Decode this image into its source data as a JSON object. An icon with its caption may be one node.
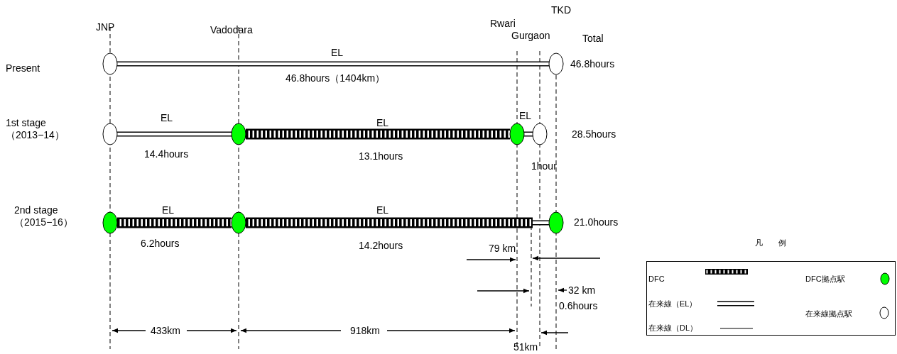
{
  "diagram": {
    "nodes": [
      {
        "text": [],
        "shape": "circle"
      },
      {
        "text": [],
        "shape": "circle"
      },
      {
        "text": [],
        "shape": "circle"
      },
      {
        "text": [],
        "shape": "circle"
      },
      {
        "text": [],
        "shape": "circle"
      },
      {
        "text": [],
        "shape": "circle"
      },
      {
        "text": [],
        "shape": "circle"
      },
      {
        "text": [],
        "shape": "circle"
      },
      {
        "text": [],
        "shape": "circle"
      }
    ],
    "edges": [
      {
        "from": 0,
        "to": 1,
        "arrow": "none",
        "label": "EL"
      },
      {
        "from": 2,
        "to": 3,
        "arrow": "none",
        "label": "EL"
      },
      {
        "from": 3,
        "to": 4,
        "arrow": "none",
        "label": "EL",
        "style": "thick"
      },
      {
        "from": 4,
        "to": 5,
        "arrow": "none",
        "label": "EL"
      },
      {
        "from": 6,
        "to": 7,
        "arrow": "none",
        "label": "EL",
        "style": "thick"
      },
      {
        "from": 7,
        "to": 8,
        "arrow": "none",
        "label": "EL",
        "style": "thick"
      }
    ],
    "labels": [
      "TKD",
      "JNP",
      "Vadodara",
      "Rwari",
      "Gurgaon",
      "Total",
      "Present",
      "46.8hours",
      "46.8hours（1404km）",
      "1st stage （2013−14）",
      "28.5hours",
      "14.4hours",
      "13.1hours",
      "1hour",
      "2nd stage （2015−16）",
      "21.0hours",
      "6.2hours",
      "14.2hours",
      "79 km",
      "凡　　例",
      "32 km",
      "0.6hours",
      "433km",
      "918km",
      "51km"
    ],
    "legend": [
      {
        "text": "DFC"
      },
      {
        "text": "在来線（EL）"
      },
      {
        "text": "在来線（DL）"
      },
      {
        "text": "DFC拠点駅",
        "color": "#00ff00"
      },
      {
        "text": "在来線拠点駅",
        "color": "#ffffff"
      }
    ]
  }
}
